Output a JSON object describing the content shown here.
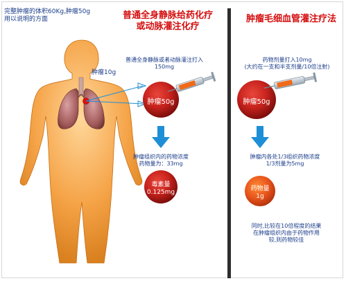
{
  "intro": {
    "text": "完整肿瘤的体积60Kg,肿瘤50g\n用以说明的方面"
  },
  "left": {
    "title": "普通全身静脉给药化疗\n或动脉灌注化疗",
    "tumor_label": "肿瘤10g",
    "dose_note": "普通全身静脉或者动脉灌注打入\n150mg",
    "ball_label": "肿瘤50g",
    "result_note": "肿瘤组织内的药物浓度\n药物量为：33mg",
    "result_ball": "毒素量\n0.125mg"
  },
  "right": {
    "title": "肿瘤毛细血管灌注疗法",
    "dose_note": "药物剂量打入10mg\n(大约在一支和半支剂量/10倍注射)",
    "ball_label": "肿瘤50g",
    "result_note": "肿瘤内各处1/3组织药物浓度\n1/3剂量为5mg",
    "result_ball": "药物量\n1g",
    "conclusion": "同时,比较在10倍程度的结果\n在肿瘤组织内由于药物作用\n较,则药物较佳"
  },
  "colors": {
    "title_red": "#d40f0f",
    "arrow_blue": "#1e8fd6",
    "body_orange": "#f5a347"
  }
}
